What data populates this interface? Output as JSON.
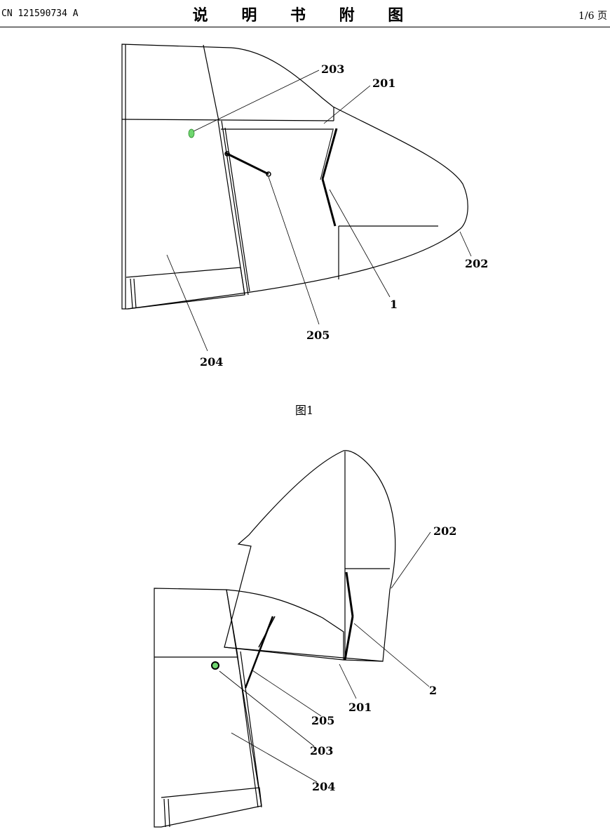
{
  "header": {
    "doc_number": "CN 121590734 A",
    "title": "说 明 书 附 图",
    "page": "1/6 页"
  },
  "figure1": {
    "caption": "图1",
    "labels": {
      "l203": "203",
      "l201": "201",
      "l202": "202",
      "l1": "1",
      "l205": "205",
      "l204": "204"
    }
  },
  "figure2": {
    "labels": {
      "l202": "202",
      "l2": "2",
      "l201": "201",
      "l205": "205",
      "l203": "203",
      "l204": "204"
    }
  },
  "colors": {
    "marker": "#6fd66f",
    "line": "#000000"
  }
}
